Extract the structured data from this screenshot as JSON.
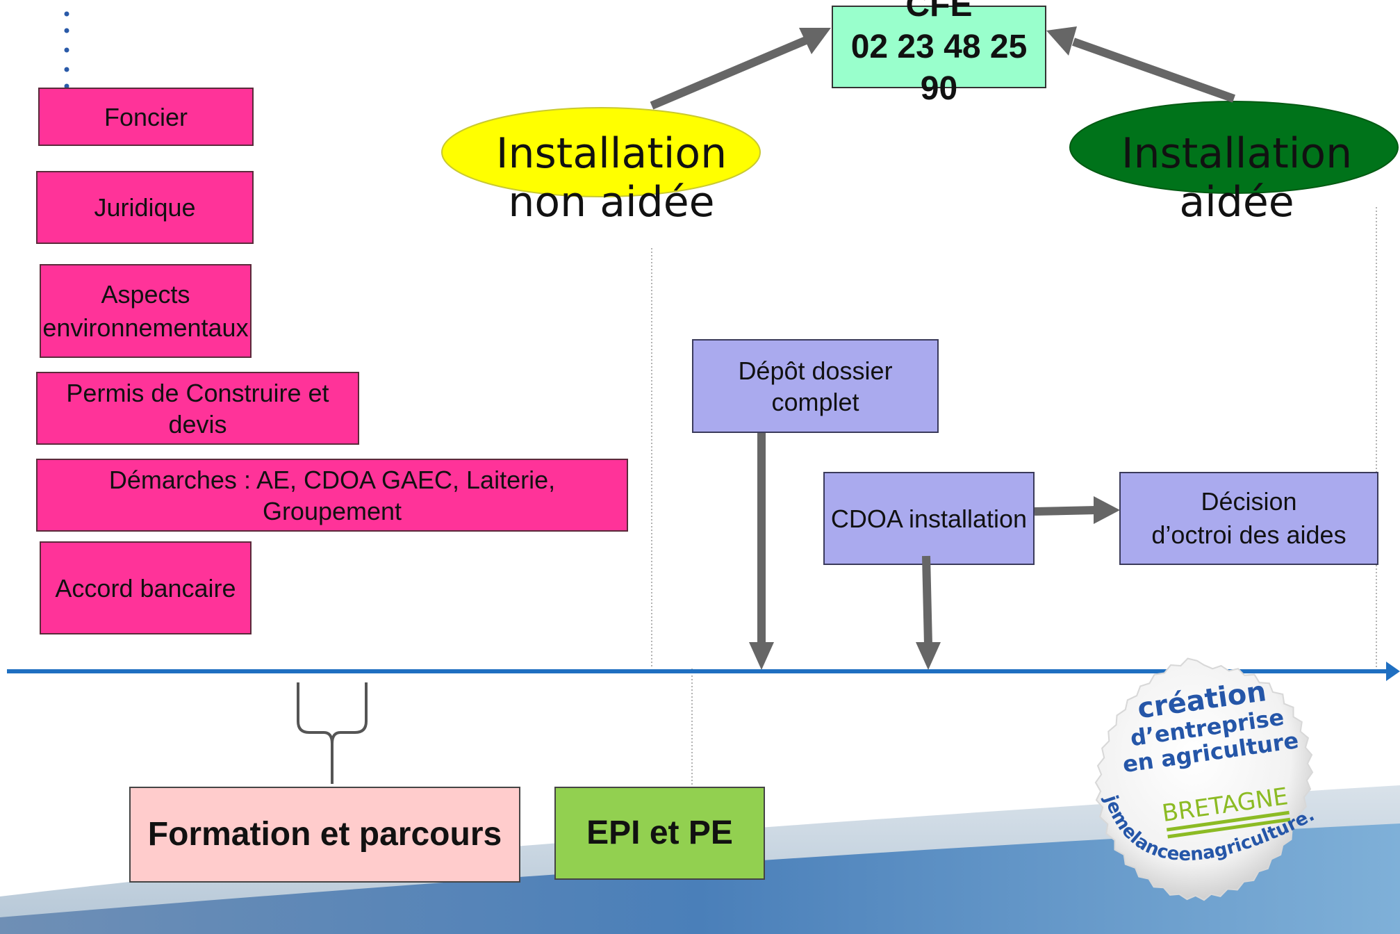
{
  "cfe": {
    "title": "CFE",
    "phone": "02 23 48 25 90"
  },
  "ellipses": {
    "non_aidee": {
      "line1": "Installation",
      "line2": "non aidée",
      "color": "#ffff00"
    },
    "aidee": {
      "line1": "Installation",
      "line2": "aidée",
      "color": "#00731a"
    }
  },
  "steps_left": {
    "foncier": "Foncier",
    "juridique": "Juridique",
    "aspects_line1": "Aspects",
    "aspects_line2": "environnementaux",
    "permis": "Permis de Construire et devis",
    "demarches": "Démarches : AE, CDOA GAEC, Laiterie, Groupement",
    "accord": "Accord bancaire"
  },
  "steps_right": {
    "depot": "Dépôt dossier complet",
    "cdoa": "CDOA installation",
    "decision_line1": "Décision",
    "decision_line2": "d’octroi des aides"
  },
  "bottom": {
    "formation": "Formation et parcours",
    "epi": "EPI  et PE"
  },
  "badge": {
    "line1": "création",
    "line2": "d’entreprise",
    "line3": "en agriculture",
    "region": "BRETAGNE",
    "url": "jemelanceenagriculture.com"
  },
  "colors": {
    "pink": "#ff3399",
    "purple": "#aaaaee",
    "cfe": "#99ffcc",
    "formation": "#ffcccc",
    "epi": "#92d050",
    "timeline": "#1f6fc1",
    "arrows": "#666666",
    "badge_blue": "#2556a8",
    "badge_green": "#8cbb24"
  }
}
